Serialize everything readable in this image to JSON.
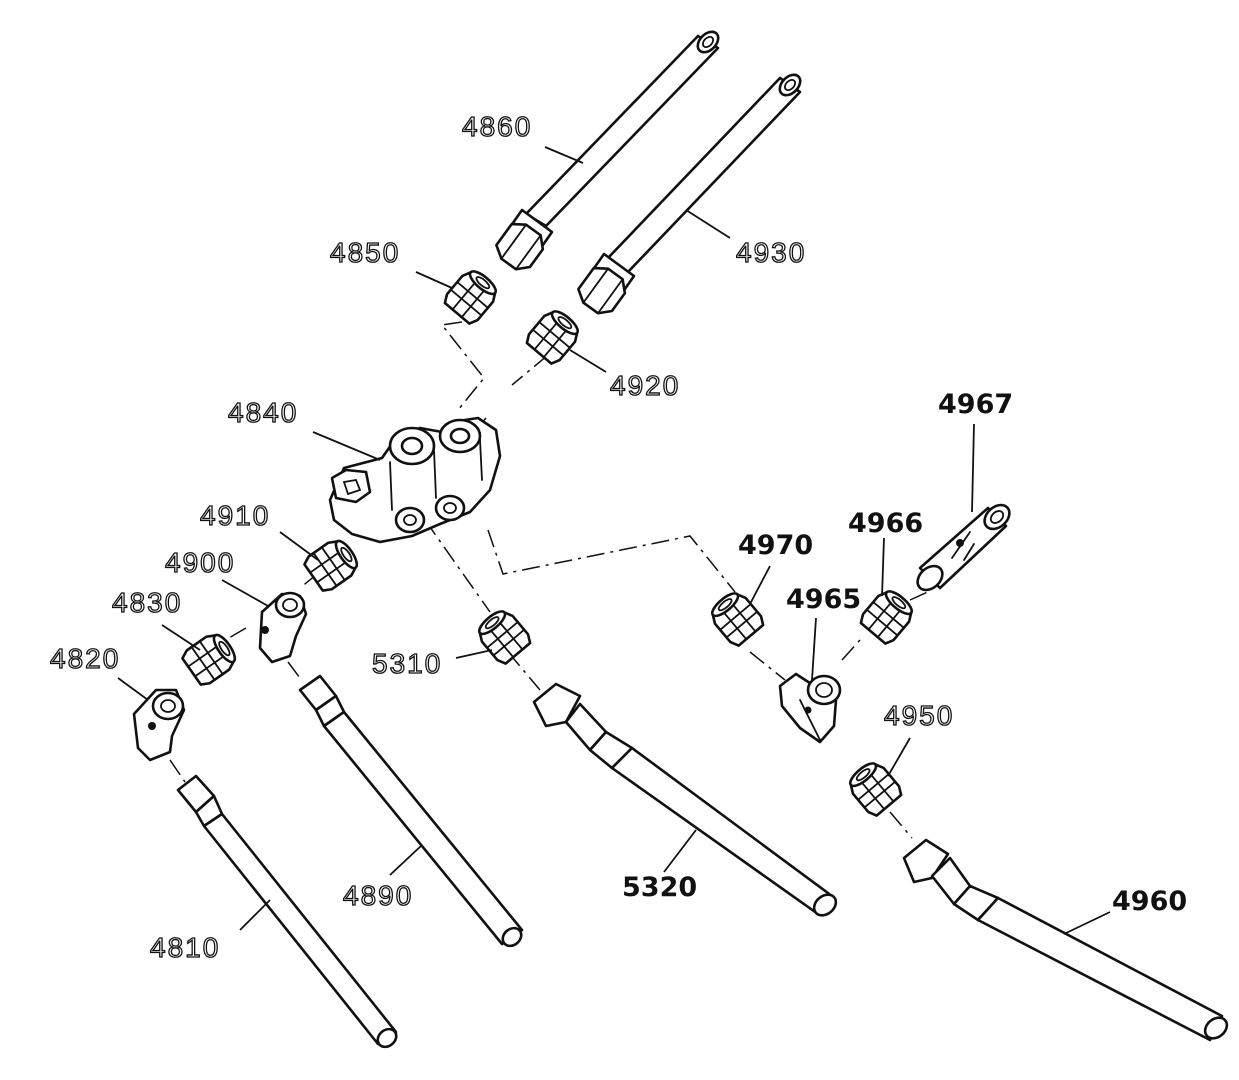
{
  "labels": {
    "p4860": "4860",
    "p4930": "4930",
    "p4850": "4850",
    "p4920": "4920",
    "p4840": "4840",
    "p4910": "4910",
    "p4900": "4900",
    "p4830": "4830",
    "p4820": "4820",
    "p5310": "5310",
    "p5320": "5320",
    "p4890": "4890",
    "p4810": "4810",
    "p4970": "4970",
    "p4965": "4965",
    "p4966": "4966",
    "p4967": "4967",
    "p4950": "4950",
    "p4960": "4960"
  },
  "colors": {
    "line": "#111111",
    "background": "#ffffff"
  }
}
